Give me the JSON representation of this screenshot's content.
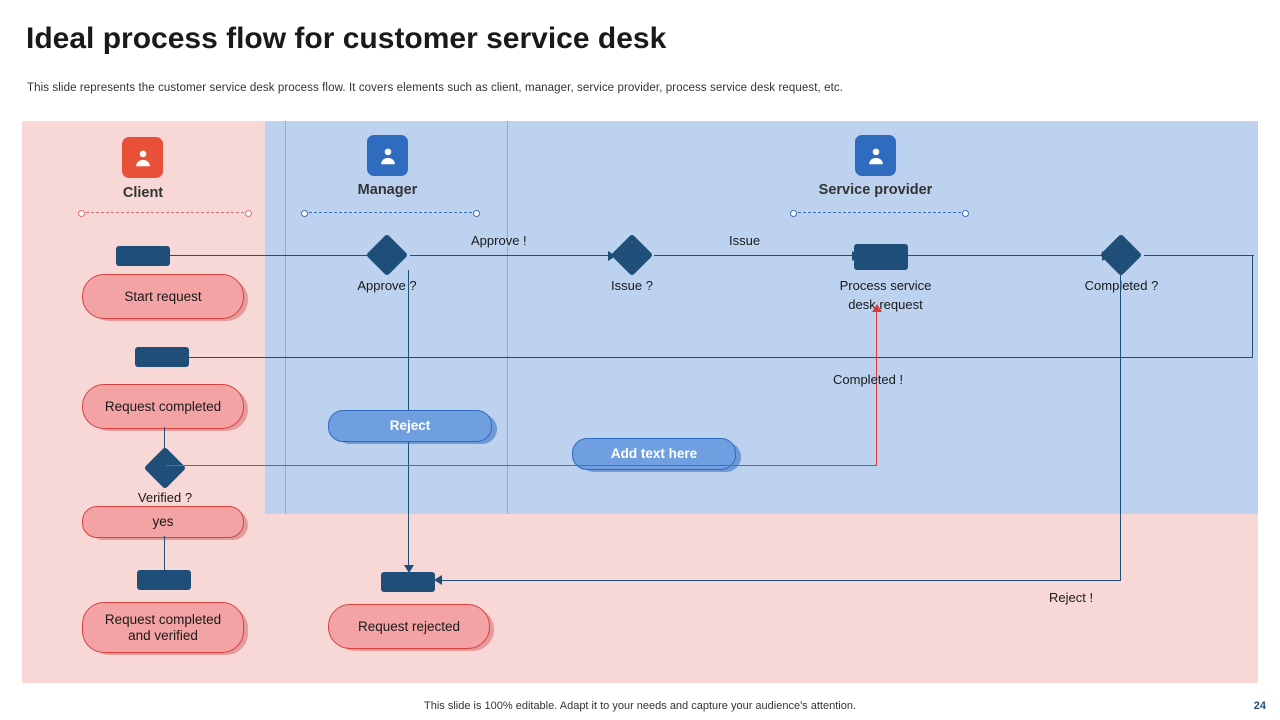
{
  "slide": {
    "title": "Ideal process flow for customer service desk",
    "subtitle": "This slide represents the customer service desk process flow. It covers elements such as client, manager, service provider, process service desk request, etc.",
    "footer_note": "This slide is 100% editable. Adapt it to your needs and capture your audience's attention.",
    "page_number": "24"
  },
  "colors": {
    "client_band": "#f8d7d7",
    "manager_band": "#bcd2ef",
    "node_navy": "#1f4e79",
    "pill_red": "#f3a3a3",
    "pill_red_border": "#d94040",
    "pill_blue": "#6f9fe0",
    "red_arrow": "#e03a3a"
  },
  "lanes": [
    {
      "id": "client",
      "title": "Client",
      "icon": "user-badge-icon",
      "icon_color": "#e8503a"
    },
    {
      "id": "manager",
      "title": "Manager",
      "icon": "user-badge-icon",
      "icon_color": "#2f6cbf"
    },
    {
      "id": "service_provider",
      "title": "Service provider",
      "icon": "user-badge-icon",
      "icon_color": "#2f6cbf"
    }
  ],
  "nodes": {
    "start_request": "Start request",
    "approve_q": "Approve ?",
    "issue_q": "Issue ?",
    "process_service_desk_request": "Process service\ndesk request",
    "process_service_desk_request_line1": "Process service",
    "process_service_desk_request_line2": "desk request",
    "completed_q": "Completed ?",
    "request_completed": "Request completed",
    "verified_q": "Verified ?",
    "yes": "yes",
    "request_completed_and_verified_line1": "Request completed",
    "request_completed_and_verified_line2": "and verified",
    "reject": "Reject",
    "add_text_here": "Add text here",
    "request_rejected": "Request rejected"
  },
  "edge_labels": {
    "approve": "Approve !",
    "issue": "Issue",
    "completed": "Completed !",
    "reject": "Reject !"
  }
}
